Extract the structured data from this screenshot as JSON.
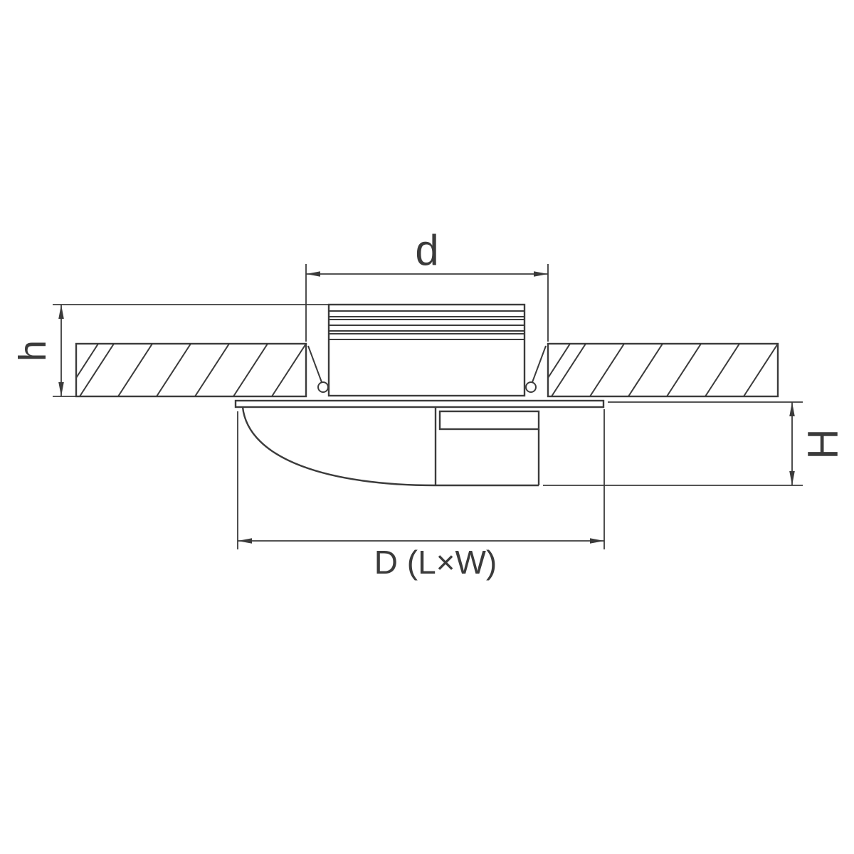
{
  "diagram": {
    "labels": {
      "cutout_diameter": "d",
      "recess_depth": "h",
      "protrusion_height": "H",
      "overall_size": "D (L×W)"
    },
    "colors": {
      "line": "#3b3b3b",
      "background": "#ffffff"
    }
  }
}
